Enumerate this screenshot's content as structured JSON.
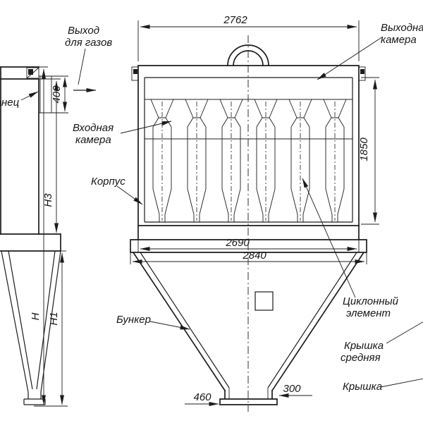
{
  "drawing": {
    "labels": {
      "gas_outlet_line1": "Выход",
      "gas_outlet_line2": "для газов",
      "outlet_chamber_line1": "Выходная",
      "outlet_chamber_line2": "камера",
      "inlet_chamber_line1": "Входная",
      "inlet_chamber_line2": "камера",
      "body": "Корпус",
      "hopper": "Бункер",
      "cyclone_element_line1": "Циклонный",
      "cyclone_element_line2": "элемент",
      "middle_cover_line1": "Крышка",
      "middle_cover_line2": "средняя",
      "cover": "Крышка",
      "flange": "фланец"
    },
    "dimensions": {
      "top_width": "2762",
      "body_height": "1850",
      "flange_inner_width": "2690",
      "flange_outer_width": "2840",
      "outlet_width": "460",
      "outlet_depth": "300",
      "outlet_flange_height": "400",
      "h3": "Н3",
      "h": "Н",
      "h1": "Н1"
    },
    "colors": {
      "line": "#1c1c1c",
      "background": "#ffffff"
    }
  }
}
